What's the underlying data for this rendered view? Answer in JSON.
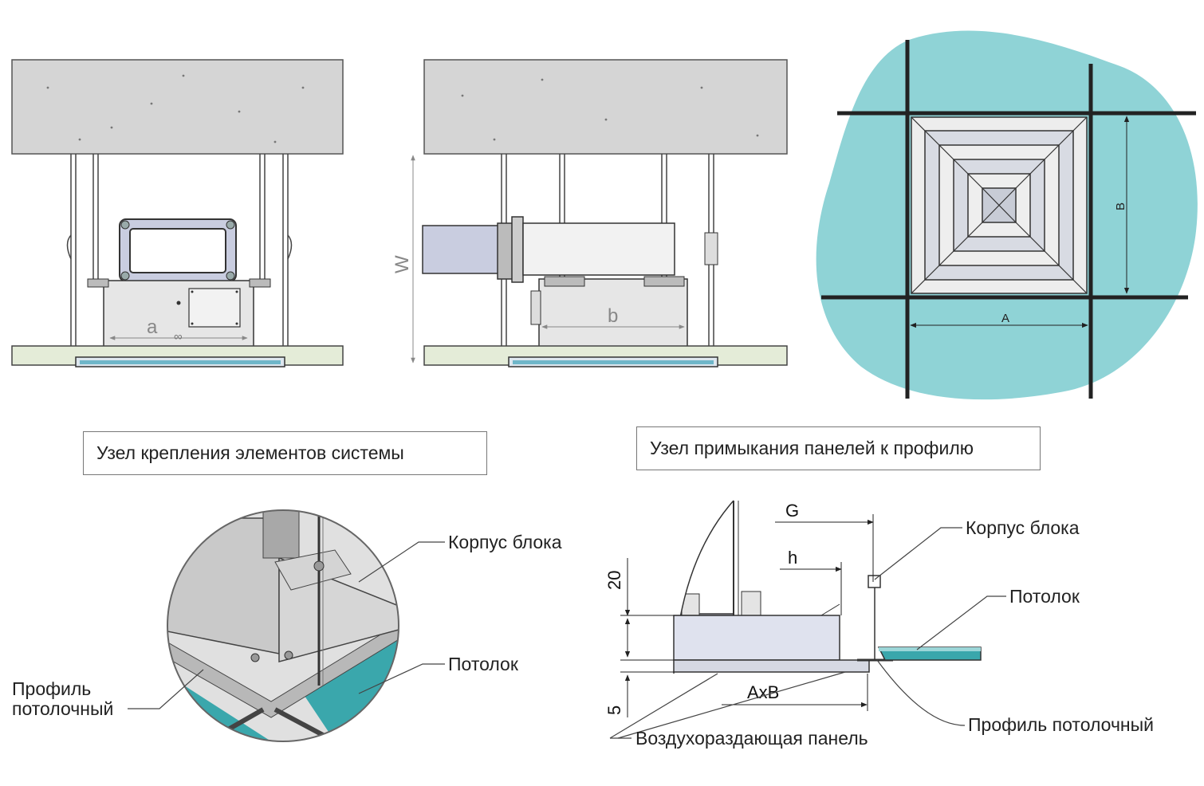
{
  "captions": {
    "fastening": "Узел крепления элементов системы",
    "junction": "Узел примыкания панелей к профилю"
  },
  "dims": {
    "a": "a",
    "b": "b",
    "W": "W",
    "A": "A",
    "B": "B",
    "G": "G",
    "h": "h",
    "d20": "20",
    "d5": "5",
    "AxB": "AxB"
  },
  "detail_labels": {
    "unit_body": "Корпус блока",
    "ceiling": "Потолок",
    "profile_line1": "Профиль",
    "profile_line2": "потолочный"
  },
  "section_labels": {
    "unit_body": "Корпус блока",
    "ceiling": "Потолок",
    "profile": "Профиль потолочный",
    "panel": "Воздухораздающая панель"
  },
  "colors": {
    "concrete": "#d5d5d5",
    "teal": "#4fb8bb",
    "teal_light": "#8fd3d6",
    "steel": "#e6e6e6",
    "duct": "#c9cde0"
  }
}
